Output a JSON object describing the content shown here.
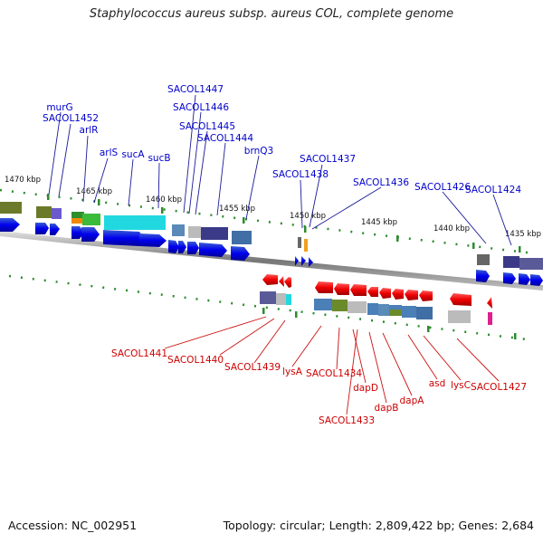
{
  "title": "Staphylococcus aureus subsp. aureus COL, complete genome",
  "footer": {
    "accession": "Accession: NC_002951",
    "topology": "Topology: circular; Length: 2,809,422 bp; Genes: 2,684"
  },
  "scale_labels": [
    "1470 kbp",
    "1465 kbp",
    "1460 kbp",
    "1455 kbp",
    "1450 kbp",
    "1445 kbp",
    "1440 kbp",
    "1435 kbp"
  ],
  "genes_top": [
    "murG",
    "SACOL1452",
    "arlR",
    "arlS",
    "sucA",
    "sucB",
    "SACOL1447",
    "SACOL1446",
    "SACOL1445",
    "SACOL1444",
    "brnQ3",
    "SACOL1437",
    "SACOL1438",
    "SACOL1436",
    "SACOL1426",
    "SACOL1424"
  ],
  "genes_bottom": [
    "SACOL1441",
    "SACOL1440",
    "SACOL1439",
    "lysA",
    "SACOL1434",
    "dapD",
    "SACOL1433",
    "dapB",
    "dapA",
    "asd",
    "lysC",
    "SACOL1427"
  ],
  "colors": {
    "forward": "#0000dd",
    "reverse": "#dd0000",
    "label_top": "#0000cc",
    "label_bottom": "#cc0000",
    "backbone": "#888888",
    "tick": "#008800"
  }
}
